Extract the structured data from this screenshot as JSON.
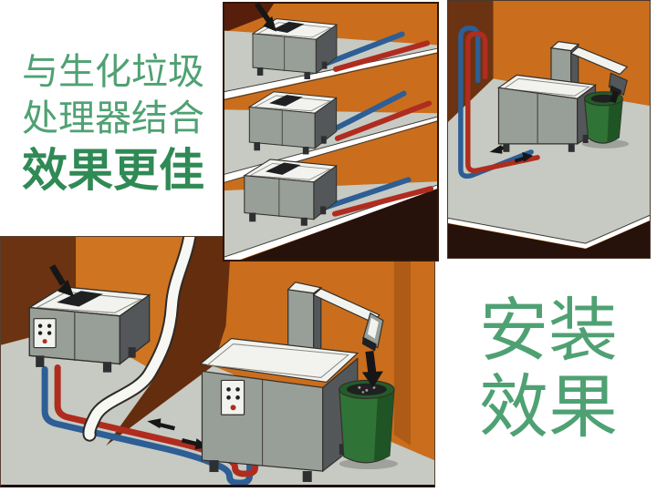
{
  "captions": {
    "left": {
      "line1": "与生化垃圾",
      "line2": "处理器结合",
      "line3": "效果更佳"
    },
    "right": {
      "line1": "安装",
      "line2": "效果"
    }
  },
  "illustrations": {
    "multi_floor": {
      "label": "stacked multi-floor machines with red and blue supply pipes",
      "floors": 3
    },
    "corner": {
      "label": "corner room machine with discharge arm and green waste bin"
    },
    "kitchen": {
      "label": "kitchen machines with curved white duct, floor pipes and green waste bin"
    }
  },
  "palette": {
    "caption_green": "#4fa173",
    "caption_green_bold": "#2f8a55",
    "orange_wall": "#ca6e1d",
    "dark_wall": "#6b3312",
    "maroon_wall": "#571f0b",
    "floor_gray": "#c6cac3",
    "machine_gray": "#989e98",
    "machine_dark": "#53575a",
    "machine_top": "#f2f3ef",
    "pipe_blue": "#2d5e95",
    "pipe_red": "#b02c1f",
    "bin_green": "#2f7336",
    "shadow_brown": "#26120a",
    "white_pipe": "#f7f7f3"
  }
}
